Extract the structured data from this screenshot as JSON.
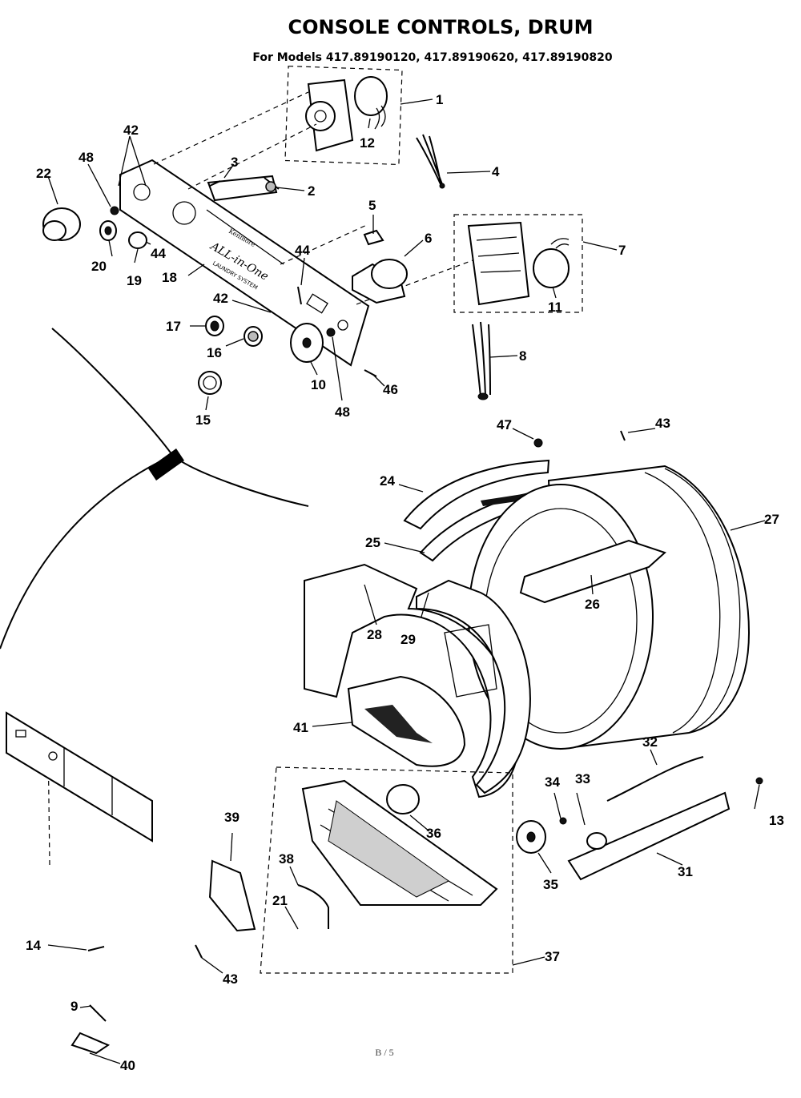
{
  "title": "CONSOLE CONTROLS, DRUM",
  "subtitle": "For Models 417.89190120, 417.89190620, 417.89190820",
  "panel_text": {
    "brand": "Kenmore",
    "line1": "ALL-in-One",
    "line2": "LAUNDRY SYSTEM"
  },
  "page_number": "B / 5",
  "callouts": [
    {
      "id": "c1",
      "label": "1"
    },
    {
      "id": "c2",
      "label": "2"
    },
    {
      "id": "c3",
      "label": "3"
    },
    {
      "id": "c4",
      "label": "4"
    },
    {
      "id": "c5",
      "label": "5"
    },
    {
      "id": "c6",
      "label": "6"
    },
    {
      "id": "c7",
      "label": "7"
    },
    {
      "id": "c8",
      "label": "8"
    },
    {
      "id": "c9",
      "label": "9"
    },
    {
      "id": "c10",
      "label": "10"
    },
    {
      "id": "c11",
      "label": "11"
    },
    {
      "id": "c12",
      "label": "12"
    },
    {
      "id": "c13",
      "label": "13"
    },
    {
      "id": "c14",
      "label": "14"
    },
    {
      "id": "c15",
      "label": "15"
    },
    {
      "id": "c16",
      "label": "16"
    },
    {
      "id": "c17",
      "label": "17"
    },
    {
      "id": "c18",
      "label": "18"
    },
    {
      "id": "c19",
      "label": "19"
    },
    {
      "id": "c20",
      "label": "20"
    },
    {
      "id": "c21",
      "label": "21"
    },
    {
      "id": "c22",
      "label": "22"
    },
    {
      "id": "c24",
      "label": "24"
    },
    {
      "id": "c25",
      "label": "25"
    },
    {
      "id": "c26",
      "label": "26"
    },
    {
      "id": "c27",
      "label": "27"
    },
    {
      "id": "c28",
      "label": "28"
    },
    {
      "id": "c29",
      "label": "29"
    },
    {
      "id": "c31",
      "label": "31"
    },
    {
      "id": "c32",
      "label": "32"
    },
    {
      "id": "c33",
      "label": "33"
    },
    {
      "id": "c34",
      "label": "34"
    },
    {
      "id": "c35",
      "label": "35"
    },
    {
      "id": "c36",
      "label": "36"
    },
    {
      "id": "c37",
      "label": "37"
    },
    {
      "id": "c38",
      "label": "38"
    },
    {
      "id": "c39",
      "label": "39"
    },
    {
      "id": "c40",
      "label": "40"
    },
    {
      "id": "c41",
      "label": "41"
    },
    {
      "id": "c42a",
      "label": "42"
    },
    {
      "id": "c42b",
      "label": "42"
    },
    {
      "id": "c43a",
      "label": "43"
    },
    {
      "id": "c43b",
      "label": "43"
    },
    {
      "id": "c44a",
      "label": "44"
    },
    {
      "id": "c44b",
      "label": "44"
    },
    {
      "id": "c46",
      "label": "46"
    },
    {
      "id": "c47",
      "label": "47"
    },
    {
      "id": "c48a",
      "label": "48"
    },
    {
      "id": "c48b",
      "label": "48"
    }
  ]
}
